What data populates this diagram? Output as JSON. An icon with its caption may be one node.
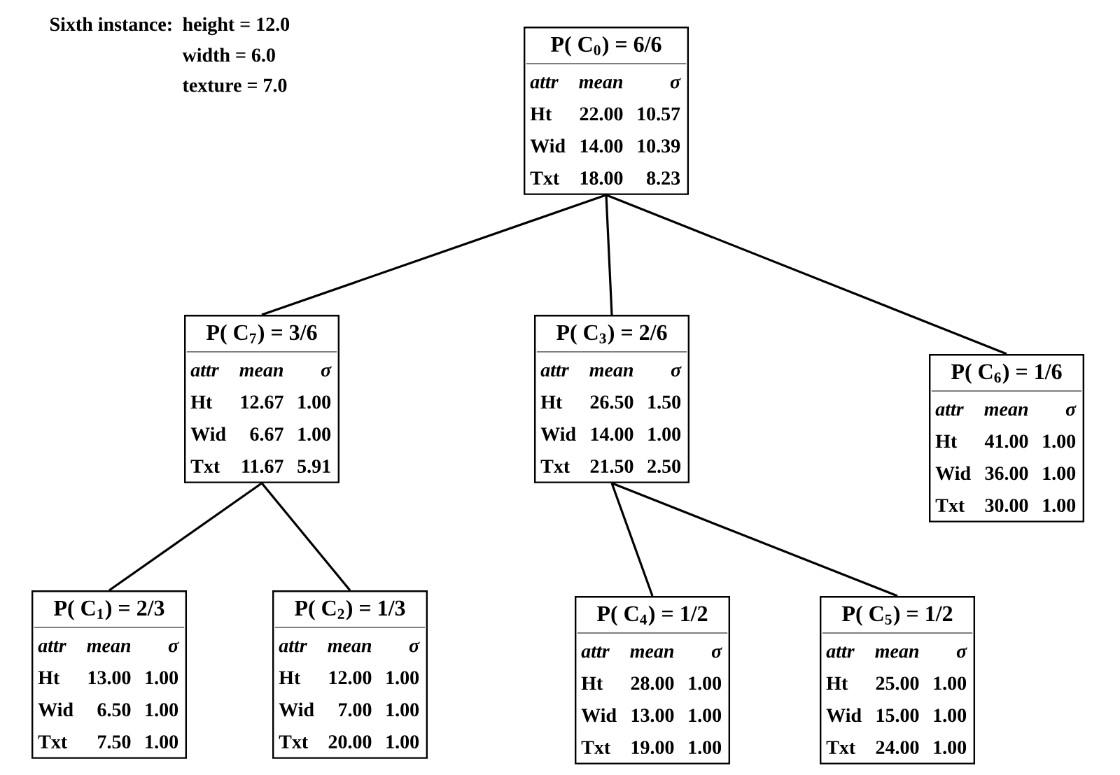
{
  "diagram": {
    "nodes": [
      {
        "text": [
          "P( C$_{0}$) = 6/6",
          "attr",
          "mean",
          "σ",
          "Ht",
          "22.00",
          "10.57",
          "Wid",
          "14.00",
          "10.39",
          "Txt",
          "18.00",
          "8.23"
        ]
      },
      {
        "text": [
          "P( C$_{7}$) = 3/6",
          "attr",
          "mean",
          "σ",
          "Ht",
          "12.67",
          "1.00",
          "Wid",
          "6.67",
          "1.00",
          "Txt",
          "11.67",
          "5.91"
        ]
      },
      {
        "text": [
          "P( C$_{3}$) = 2/6",
          "attr",
          "mean",
          "σ",
          "Ht",
          "26.50",
          "1.50",
          "Wid",
          "14.00",
          "1.00",
          "Txt",
          "21.50",
          "2.50"
        ]
      },
      {
        "text": [
          "P( C$_{6}$) = 1/6",
          "attr",
          "mean",
          "σ",
          "Ht",
          "41.00",
          "1.00",
          "Wid",
          "36.00",
          "1.00",
          "Txt",
          "30.00",
          "1.00"
        ]
      },
      {
        "text": [
          "P( C$_{1}$) = 2/3",
          "attr",
          "mean",
          "σ",
          "Ht",
          "13.00",
          "1.00",
          "Wid",
          "6.50",
          "1.00",
          "Txt",
          "7.50",
          "1.00"
        ]
      },
      {
        "text": [
          "P( C$_{2}$) = 1/3",
          "attr",
          "mean",
          "σ",
          "Ht",
          "12.00",
          "1.00",
          "Wid",
          "7.00",
          "1.00",
          "Txt",
          "20.00",
          "1.00"
        ]
      },
      {
        "text": [
          "P( C$_{4}$) = 1/2",
          "attr",
          "mean",
          "σ",
          "Ht",
          "28.00",
          "1.00",
          "Wid",
          "13.00",
          "1.00",
          "Txt",
          "19.00",
          "1.00"
        ]
      },
      {
        "text": [
          "P( C$_{5}$) = 1/2",
          "attr",
          "mean",
          "σ",
          "Ht",
          "25.00",
          "1.00",
          "Wid",
          "15.00",
          "1.00",
          "Txt",
          "24.00",
          "1.00"
        ]
      }
    ],
    "edges": [
      {
        "from": 0,
        "to": 1,
        "arrow": "none"
      },
      {
        "from": 0,
        "to": 2,
        "arrow": "none"
      },
      {
        "from": 0,
        "to": 3,
        "arrow": "none"
      },
      {
        "from": 1,
        "to": 4,
        "arrow": "none"
      },
      {
        "from": 1,
        "to": 5,
        "arrow": "none"
      },
      {
        "from": 2,
        "to": 6,
        "arrow": "none"
      },
      {
        "from": 2,
        "to": 7,
        "arrow": "none"
      }
    ],
    "labels": [
      "Sixth instance:",
      "height = 12.0",
      "width = 6.0",
      "texture = 7.0"
    ]
  }
}
